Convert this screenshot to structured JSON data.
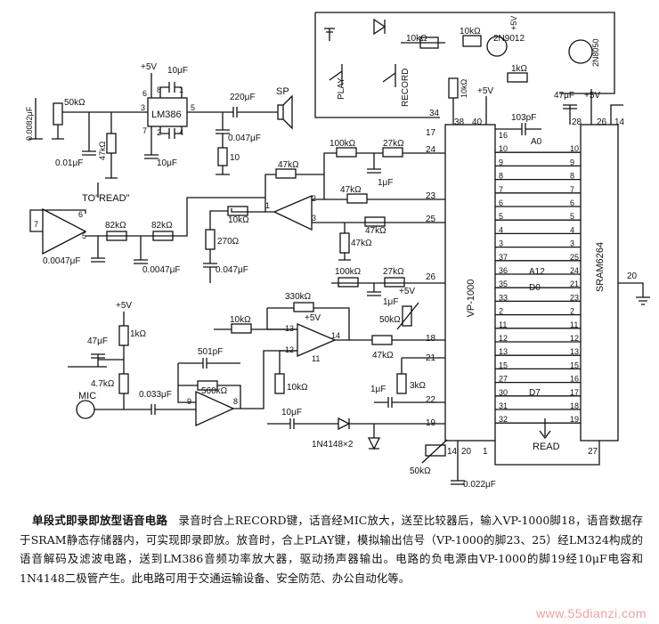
{
  "chips": {
    "vp1000": "VP-1000",
    "sram": "SRAM6264",
    "lm386": "LM386"
  },
  "labels": {
    "sp": "SP",
    "mic": "MIC",
    "play": "PLAY",
    "record": "RECORD",
    "read_left": "TO\"READ\"",
    "read_bottom": "READ",
    "plus5v": "+5V",
    "plus15v": "+5V",
    "t1": "2N9012",
    "t2": "2N8050",
    "diodes": "1N4148×2",
    "a0": "A0",
    "a12": "A12",
    "d0": "D0",
    "d7": "D7"
  },
  "components": {
    "r_50k": "50kΩ",
    "r_47k_a": "47kΩ",
    "c_0082": "0.0082μF",
    "c_001": "0.01μF",
    "c_10u_a": "10μF",
    "c_10u_b": "10μF",
    "c_220": "220μF",
    "c_0047_a": "0.047μF",
    "r_10": "10",
    "r_10k_t1": "10kΩ",
    "r_10k_t2": "10kΩ",
    "r_1k": "1kΩ",
    "r_10k_v": "10kΩ",
    "r_100k_a": "100kΩ",
    "r_27k_a": "27kΩ",
    "r_47k_b": "47kΩ",
    "c_1u_a": "1μF",
    "r_47k_c": "47kΩ",
    "r_47k_d": "47kΩ",
    "r_47k_e": "47kΩ",
    "r_10k_a": "10kΩ",
    "r_270": "270Ω",
    "c_0047_b": "0.047μF",
    "r_82k_a": "82kΩ",
    "r_82k_b": "82kΩ",
    "c_0047_c": "0.0047μF",
    "c_0047_d": "0.0047μF",
    "r_100k_b": "100kΩ",
    "r_27k_b": "27kΩ",
    "c_1u_b": "1μF",
    "r_330k": "330kΩ",
    "r_10k_b": "10kΩ",
    "r_50k_b": "50kΩ",
    "r_47k_f": "47kΩ",
    "c_47u_a": "47μF",
    "r_1k_b": "1kΩ",
    "r_47k_g": "4.7kΩ",
    "c_0033": "0.033μF",
    "c_501": "501pF",
    "r_560k": "560kΩ",
    "r_10k_c": "10kΩ",
    "c_10u_c": "10μF",
    "c_1u_c": "1μF",
    "r_3k": "3kΩ",
    "r_50k_c": "50kΩ",
    "c_0022": "0.022μF",
    "c_47u_b": "47μF",
    "c_103": "103pF"
  },
  "pins": {
    "vp_left": [
      "17",
      "24",
      "23",
      "25",
      "26",
      "18",
      "21",
      "22",
      "19"
    ],
    "vp_top": [
      "34",
      "38",
      "40"
    ],
    "vp_bottom": [
      "14",
      "20",
      "1"
    ],
    "vp_right": [
      "16",
      "10",
      "9",
      "8",
      "7",
      "6",
      "5",
      "4",
      "3",
      "37",
      "36",
      "35",
      "33",
      "2",
      "11",
      "12",
      "13",
      "15",
      "27",
      "30",
      "31",
      "32"
    ],
    "sram_left": [
      "10",
      "9",
      "8",
      "7",
      "6",
      "5",
      "4",
      "3",
      "25",
      "24",
      "21",
      "23",
      "2",
      "11",
      "12",
      "13",
      "15",
      "16",
      "17",
      "18",
      "19"
    ],
    "sram_top": [
      "28",
      "26",
      "14"
    ],
    "sram_right": "20",
    "sram_bottom": "27",
    "lm386": [
      "8",
      "1",
      "6",
      "3",
      "5",
      "2",
      "4",
      "7"
    ],
    "opamp": [
      "7",
      "6",
      "5",
      "2",
      "3",
      "1",
      "13",
      "12",
      "14",
      "11",
      "9",
      "8"
    ]
  },
  "caption": {
    "title": "单段式即录即放型语音电路",
    "body": "录音时合上RECORD键，话音经MIC放大，送至比较器后，输入VP-1000脚18，语音数据存于SRAM静态存储器内，可实现即录即放。放音时，合上PLAY键，模拟输出信号（VP-1000的脚23、25）经LM324构成的语音解码及滤波电路，送到LM386音频功率放大器，驱动扬声器输出。电路的负电源由VP-1000的脚19经10μF电容和1N4148二极管产生。此电路可用于交通运输设备、安全防范、办公自动化等。"
  },
  "watermark": "www.55dianzi.com"
}
